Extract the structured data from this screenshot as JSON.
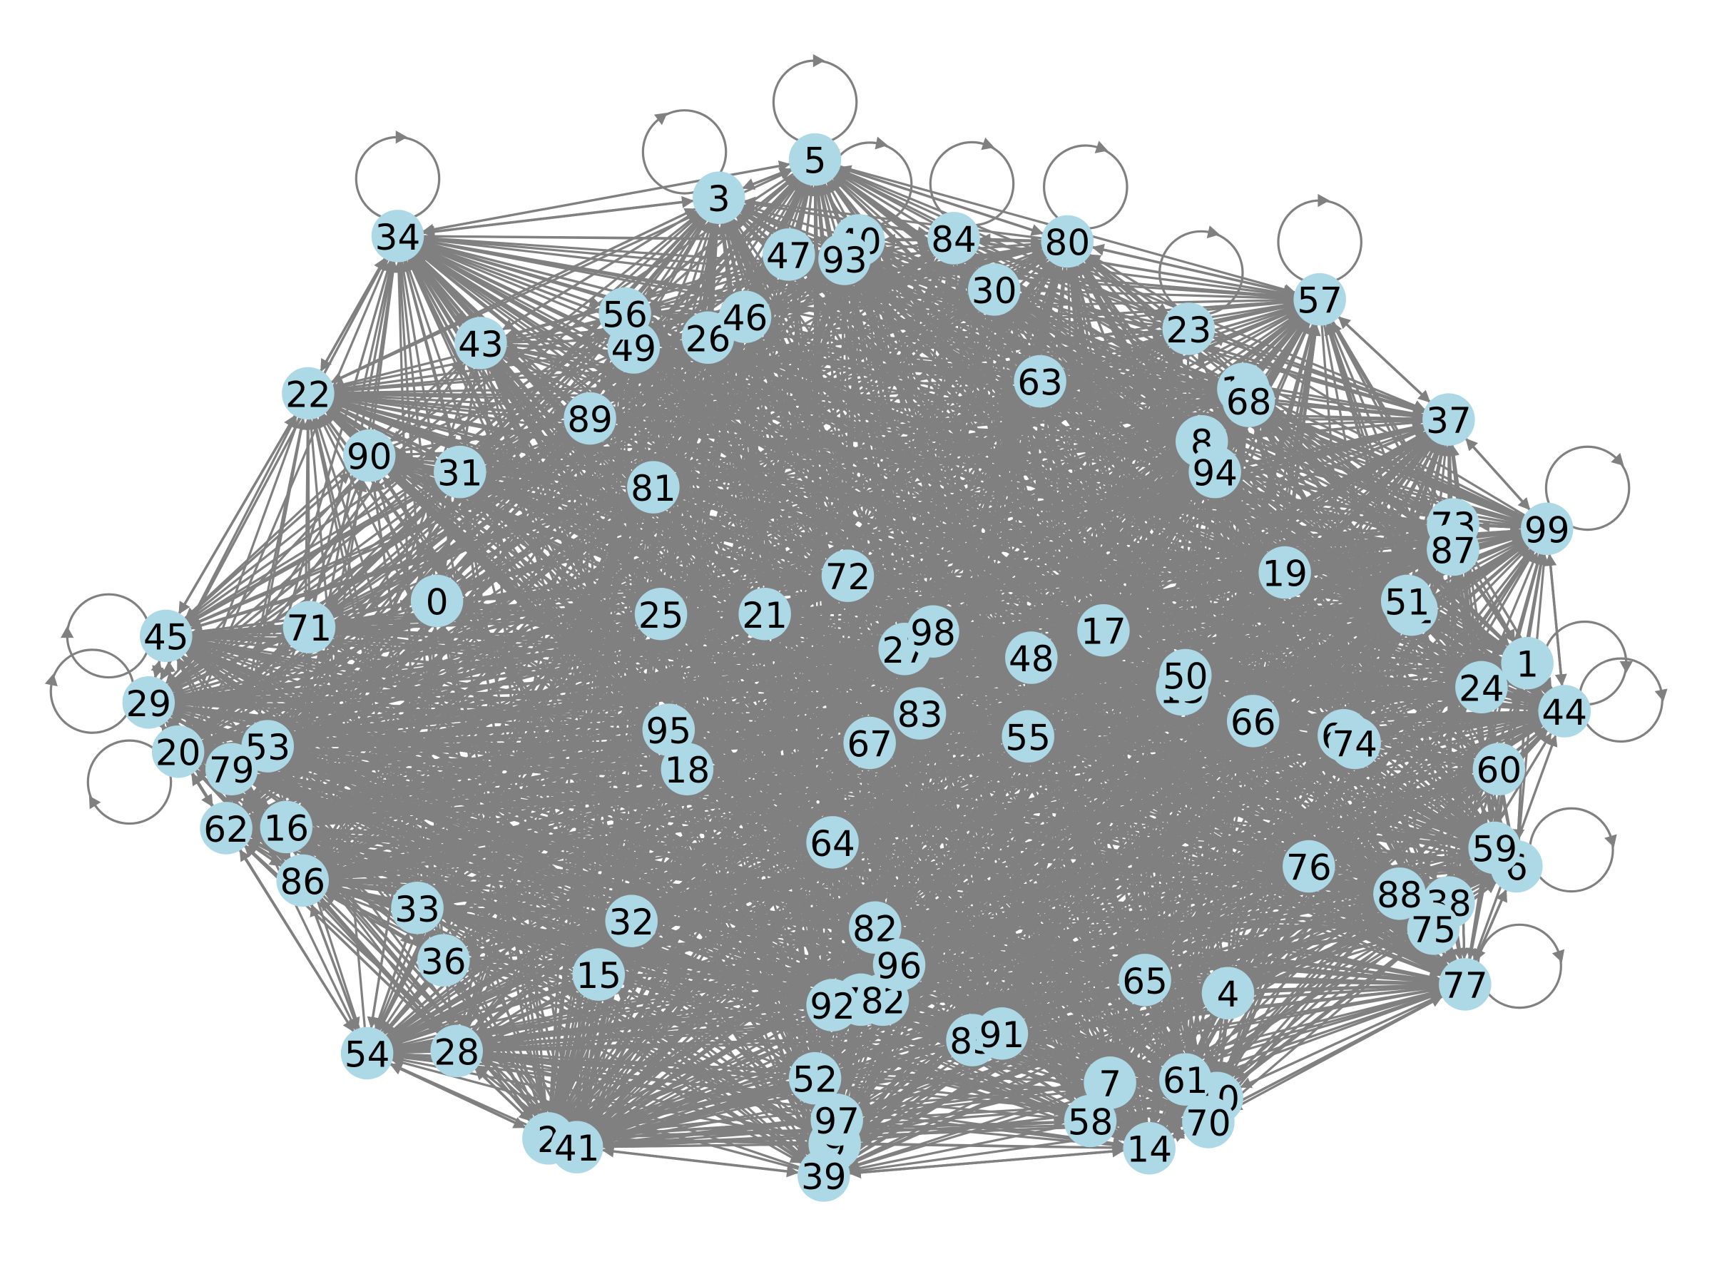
{
  "graph": {
    "node_labels": [
      "0",
      "1",
      "2",
      "3",
      "4",
      "5",
      "6",
      "7",
      "8",
      "9",
      "10",
      "11",
      "12",
      "13",
      "14",
      "15",
      "16",
      "17",
      "18",
      "19",
      "20",
      "21",
      "22",
      "23",
      "24",
      "25",
      "26",
      "27",
      "28",
      "29",
      "30",
      "31",
      "32",
      "33",
      "34",
      "35",
      "36",
      "37",
      "38",
      "39",
      "40",
      "41",
      "42",
      "43",
      "44",
      "45",
      "46",
      "47",
      "48",
      "49",
      "50",
      "51",
      "52",
      "53",
      "54",
      "55",
      "56",
      "57",
      "58",
      "59",
      "60",
      "61",
      "62",
      "63",
      "64",
      "65",
      "66",
      "67",
      "68",
      "69",
      "70",
      "71",
      "72",
      "73",
      "74",
      "75",
      "76",
      "77",
      "78",
      "79",
      "80",
      "81",
      "82",
      "83",
      "84",
      "85",
      "86",
      "87",
      "88",
      "89",
      "90",
      "91",
      "92",
      "93",
      "94",
      "95",
      "96",
      "97",
      "98",
      "99"
    ],
    "node_color": "#add8e6",
    "edge_color": "#808080",
    "label_color": "#000000",
    "directed": true,
    "self_loop_nodes": [
      "34",
      "3",
      "5",
      "84",
      "80",
      "23",
      "57",
      "99",
      "1",
      "44",
      "6",
      "77",
      "29",
      "20",
      "45",
      "40"
    ],
    "hub_nodes": [
      "34",
      "3",
      "5",
      "80",
      "57",
      "37",
      "99",
      "44",
      "1",
      "6",
      "77",
      "14",
      "39",
      "41",
      "2",
      "54",
      "86",
      "62",
      "20",
      "29",
      "45",
      "22"
    ]
  }
}
